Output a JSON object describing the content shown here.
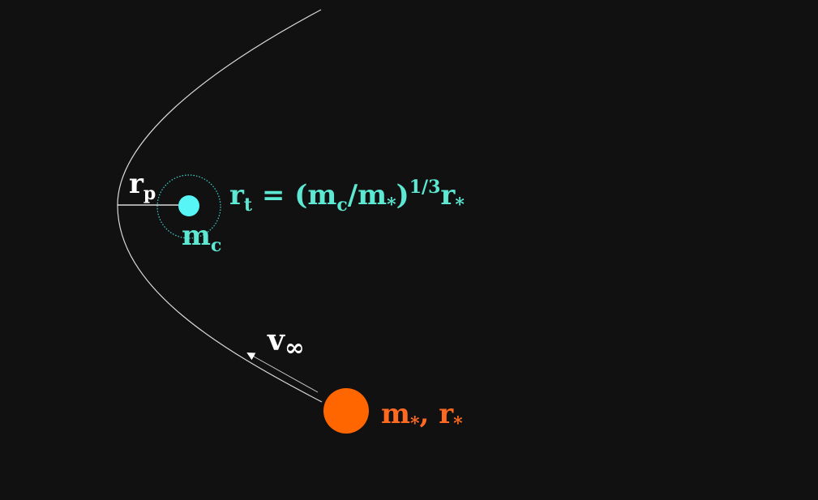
{
  "colors": {
    "background": "#111111",
    "trajectory": "#d8d8d8",
    "compact_object": "#57f5f5",
    "tidal_circle": "#3fd6cf",
    "compact_label": "#5ce8d2",
    "star": "#ff6600",
    "star_label": "#ff6a20",
    "white_label": "#ffffff"
  },
  "labels": {
    "rp": {
      "main": "r",
      "sub": "p"
    },
    "mc": {
      "main": "m",
      "sub": "c"
    },
    "tidal_radius": {
      "r_main": "r",
      "r_sub": "t",
      "equals": " = (",
      "m1": "m",
      "m1_sub": "c",
      "slash": "/",
      "m2": "m",
      "m2_sub": "*",
      "close": ")",
      "exponent": "1/3",
      "r2": "r",
      "r2_sub": "*"
    },
    "v_inf": {
      "main": "v",
      "sub": "∞"
    },
    "star": {
      "m_main": "m",
      "m_sub": "*",
      "comma": ", ",
      "r_main": "r",
      "r_sub": "*"
    }
  }
}
